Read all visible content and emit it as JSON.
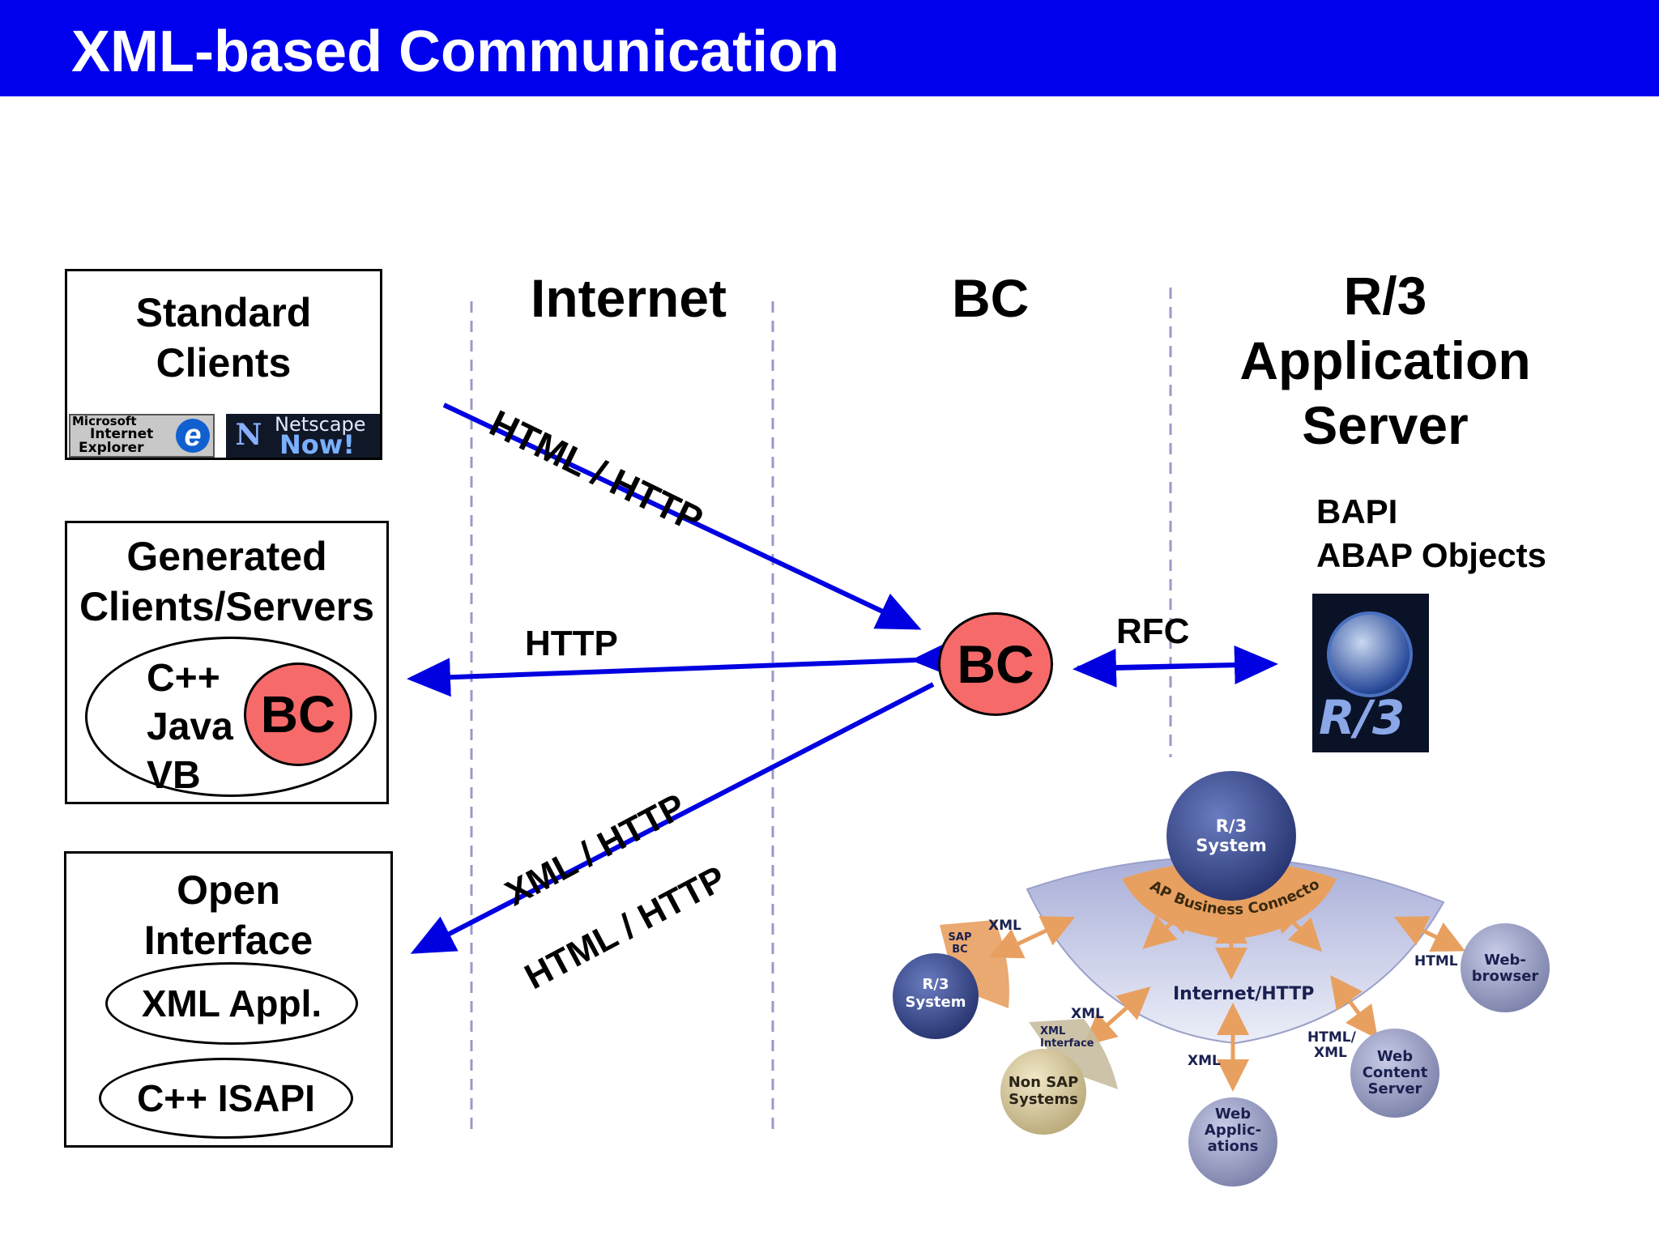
{
  "slide": {
    "title": "XML-based Communication"
  },
  "zones": {
    "internet": "Internet",
    "bc": "BC",
    "r3_line1": "R/3",
    "r3_line2": "Application",
    "r3_line3": "Server"
  },
  "standard_clients": {
    "title_line1": "Standard",
    "title_line2": "Clients",
    "ie_logo": {
      "line1": "Microsoft",
      "line2": "Internet",
      "line3": "Explorer"
    },
    "netscape_logo": {
      "line1": "Netscape",
      "line2": "Now!"
    }
  },
  "generated": {
    "title_line1": "Generated",
    "title_line2": "Clients/Servers",
    "languages": [
      "C++",
      "Java",
      "VB"
    ],
    "bc": "BC"
  },
  "open_interface": {
    "title_line1": "Open",
    "title_line2": "Interface",
    "xml_appl": "XML Appl.",
    "cpp_isapi": "C++ ISAPI"
  },
  "connections": {
    "html_http": "HTML / HTTP",
    "http": "HTTP",
    "xml_http": "XML / HTTP",
    "html_http_2": "HTML / HTTP",
    "rfc": "RFC"
  },
  "bc_center": "BC",
  "r3_features": {
    "line1": "BAPI",
    "line2": "ABAP Objects"
  },
  "r3_logo": "R/3",
  "sap_bc": {
    "r3_system": [
      "R/3",
      "System"
    ],
    "connector": "SAP Business Connector",
    "hub": "Internet/HTTP",
    "sap_bc_tag": [
      "SAP",
      "BC"
    ],
    "left_system": [
      "R/3",
      "System"
    ],
    "xml_interface": [
      "XML",
      "Interface"
    ],
    "non_sap": [
      "Non SAP",
      "Systems"
    ],
    "web_apps": [
      "Web",
      "Applic-",
      "ations"
    ],
    "web_content": [
      "Web",
      "Content",
      "Server"
    ],
    "web_browser": [
      "Web-",
      "browser"
    ],
    "labels": {
      "xml_a": "XML",
      "xml_b": "XML",
      "xml_c": "XML",
      "html_xml_1": "HTML/",
      "html_xml_2": "XML",
      "html": "HTML"
    }
  },
  "colors": {
    "title_bar": "#0000ef",
    "arrow": "#0000e0",
    "bc_fill": "#f66a6a",
    "connector_orange": "#e8a060",
    "sap_blue": "#3a4d8f"
  }
}
